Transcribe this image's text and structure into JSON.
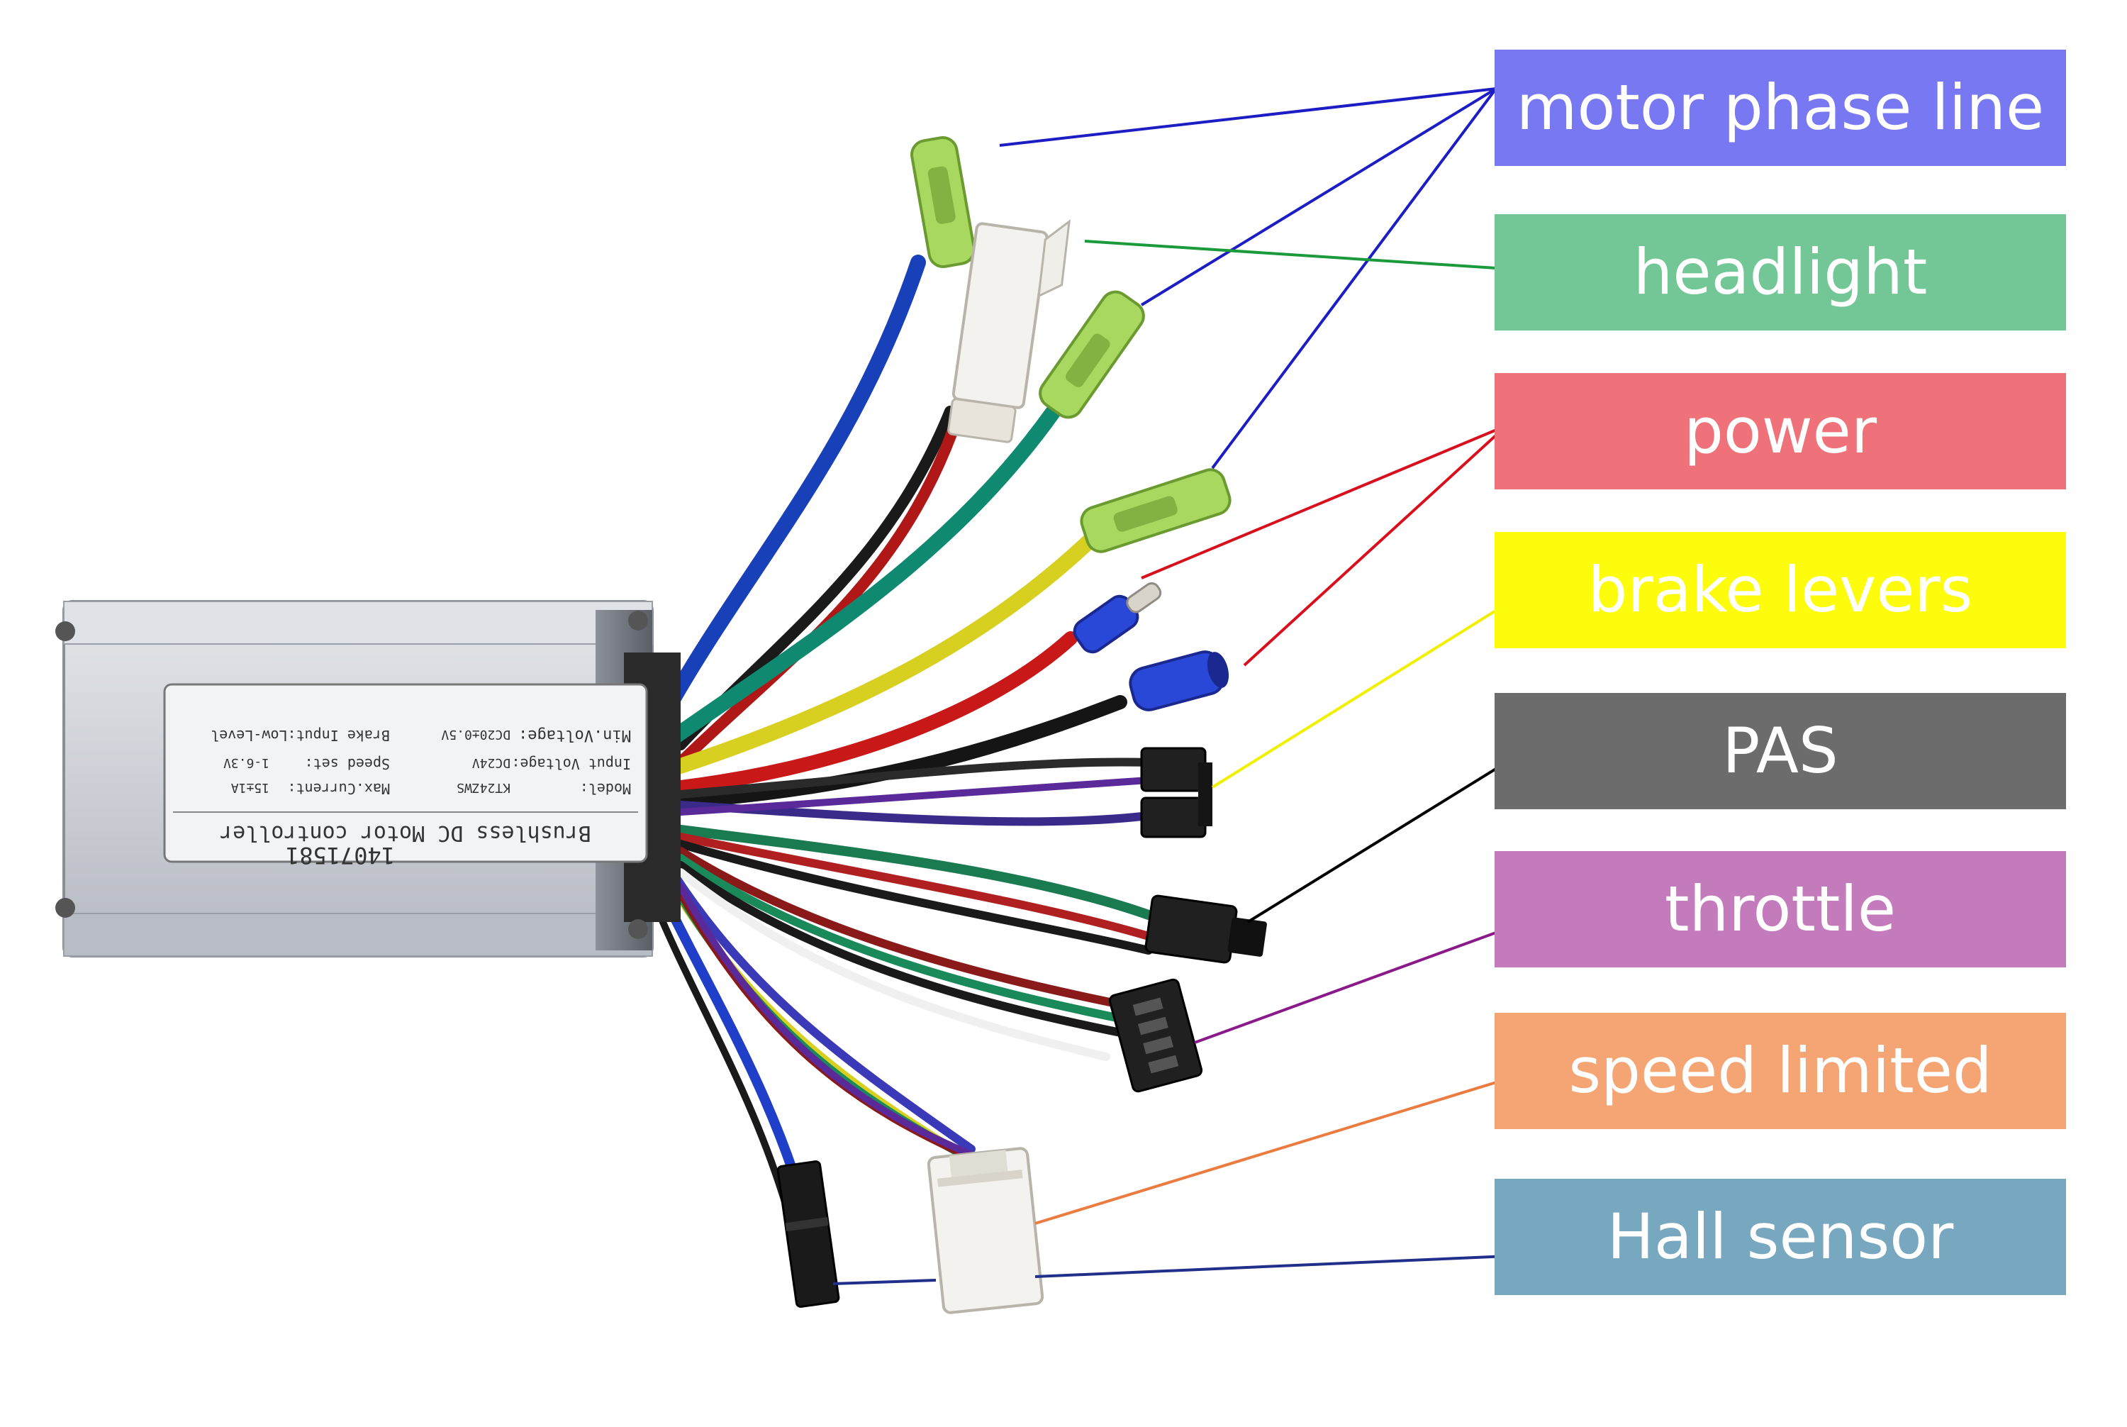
{
  "labels": [
    {
      "id": "motor-phase-line",
      "text": "motor phase line",
      "color": "#7878f2",
      "line_color": "#1d1dc4"
    },
    {
      "id": "headlight",
      "text": "headlight",
      "color": "#73c796",
      "line_color": "#1a9a3a"
    },
    {
      "id": "power",
      "text": "power",
      "color": "#ef727a",
      "line_color": "#d8101e"
    },
    {
      "id": "brake-levers",
      "text": "brake levers",
      "color": "#fcfc0c",
      "line_color": "#f0f000"
    },
    {
      "id": "pas",
      "text": "PAS",
      "color": "#6c6c6c",
      "line_color": "#000000"
    },
    {
      "id": "throttle",
      "text": "throttle",
      "color": "#c47bbb",
      "line_color": "#8a1a8a"
    },
    {
      "id": "speed-limited",
      "text": "speed limited",
      "color": "#f5a574",
      "line_color": "#ec7b3f"
    },
    {
      "id": "hall-sensor",
      "text": "Hall sensor",
      "color": "#77a8c0",
      "line_color": "#1f2f8a"
    }
  ],
  "controller": {
    "title": "Brushless DC Motor controller",
    "model_label": "Model:",
    "model_value": "KT24ZWS",
    "input_voltage_label": "Input Voltage:",
    "input_voltage_value": "DC24V",
    "min_voltage_label": "Min.Voltage:",
    "min_voltage_value": "DC20±0.5V",
    "max_current_label": "Max.Current:",
    "max_current_value": "15±1A",
    "speed_set_label": "Speed set:",
    "speed_set_value": "1-6.3V",
    "brake_input_label": "Brake Input:Low-Level",
    "serial": "14071581"
  }
}
